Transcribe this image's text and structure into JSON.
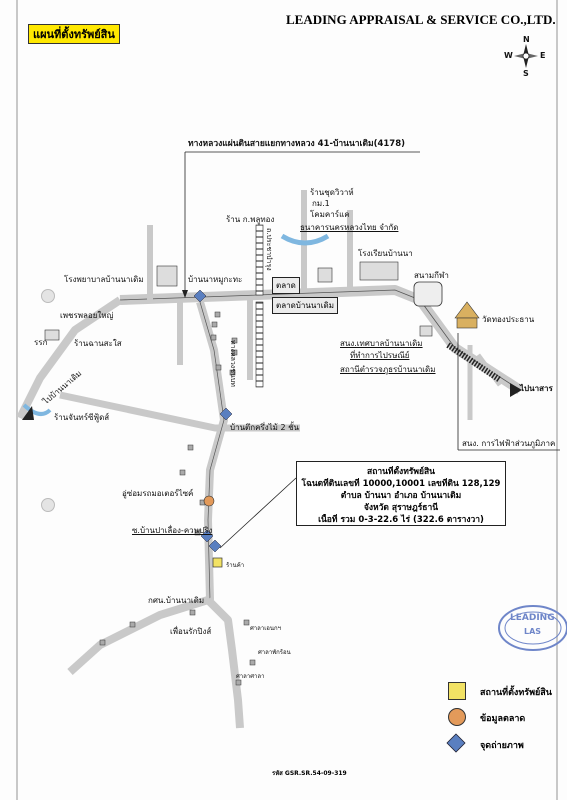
{
  "header": {
    "title_tag": "แผนที่ตั้งทรัพย์สิน",
    "company": "LEADING APPRAISAL & SERVICE CO.,LTD."
  },
  "compass": {
    "n": "N",
    "s": "S",
    "e": "E",
    "w": "W"
  },
  "map": {
    "highway_label": "ทางหลวงแผ่นดินสายแยกทางหลวง 41-บ้านนาเดิม(4178)",
    "labels": {
      "shop_chut": "ร้านชุดวิวาห์",
      "kom1": "กม.1",
      "lamp_shop": "โคมคาร์แค",
      "tong_shop": "ร้าน ก.พลูทอง",
      "bank": "ธนาคารนครหลวงไทย จำกัด",
      "school": "โรงเรียนบ้านนา",
      "market": "ตลาด",
      "market_bannadoem": "ตลาดบ้านนาเดิม",
      "stadium": "สนามกีฬา",
      "temple": "วัดทองประธาน",
      "hospital": "โรงพยาบาลบ้านนาเดิม",
      "village_noon": "บ้านนาหมูกะทะ",
      "phetpol": "เพชรพลอยใหญ่",
      "ruk": "รรก",
      "chan_shop": "ร้านฉานสะใส",
      "to_bannadoem_left": "ไปบ้านนาเดิม",
      "chan_seafood": "ร้านจันทร์ซีฟู้ดส์",
      "municipal": "สนง.เทศบาลบ้านนาเดิม",
      "post": "ที่ทำการไปรษณีย์",
      "police": "สถานีตำรวจภูธรบ้านนาเดิม",
      "to_right": "ไปนาสาร",
      "electric": "สนง. การไฟฟ้าส่วนภูมิภาค",
      "road_side_a": "ทางหลวงชนบท",
      "road_side_b": "ถ.ประชาบำรุง",
      "house_2floor": "บ้านตึกครึ่งไม้ 2 ชั้น",
      "motor_shop": "อู่ซ่อมรถมอเตอร์ไซค์",
      "bridge_village": "ซ.บ้านปาเลื่อง-ควนปริง",
      "gas": "กศน.บ้านนาเดิม",
      "neighbor": "เพื่อนรักปิงส์",
      "small_a": "ร้านค้า",
      "small_b": "ศาลาเอนกฯ",
      "small_c": "ศาลาพักร้อน",
      "small_d": "ศาลาศาลา"
    }
  },
  "info_box": {
    "line1": "สถานที่ตั้งทรัพย์สิน",
    "line2": "โฉนดที่ดินเลขที่ 10000,10001 เลขที่ดิน 128,129",
    "line3": "ตำบล บ้านนา อำเภอ บ้านนาเดิม",
    "line4": "จังหวัด สุราษฎร์ธานี",
    "line5": "เนื้อที่ รวม 0-3-22.6 ไร่ (322.6 ตารางวา)"
  },
  "legend": [
    {
      "label": "สถานที่ตั้งทรัพย์สิน",
      "color": "#f2e264"
    },
    {
      "label": "ข้อมูลตลาด",
      "color": "#e39a5a"
    },
    {
      "label": "จุดถ่ายภาพ",
      "color": "#5a7fc0"
    }
  ],
  "stamp": {
    "brand": "LEADING",
    "sub": "LAS"
  },
  "footer": {
    "code": "รหัส GSR.SR.54-09-319"
  }
}
